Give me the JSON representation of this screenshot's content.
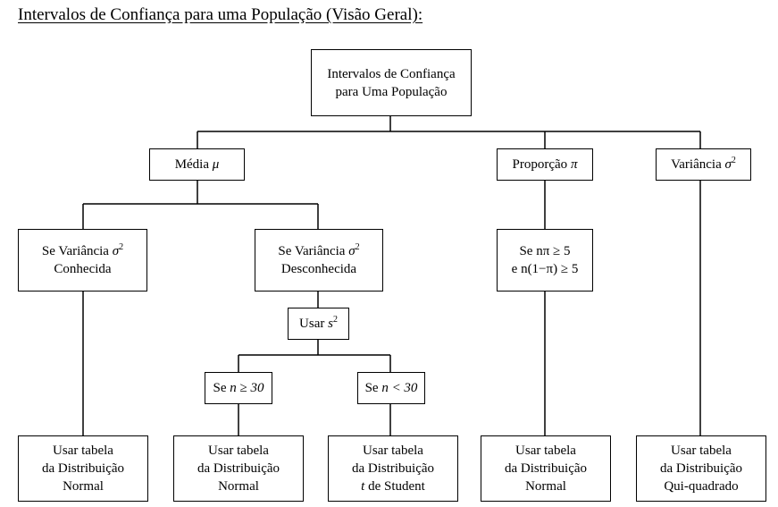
{
  "title": "Intervalos de Confiança para uma População (Visão Geral):",
  "root": {
    "line1": "Intervalos de Confiança",
    "line2": "para Uma População"
  },
  "branches": {
    "media": {
      "text": "Média ",
      "symbol": "μ"
    },
    "proporcao": {
      "text": "Proporção ",
      "symbol": "π"
    },
    "variancia": {
      "text": "Variância ",
      "symbol": "σ",
      "sup": "2"
    }
  },
  "cases": {
    "conhecida": {
      "line1": "Se Variância ",
      "symbol": "σ",
      "sup": "2",
      "line2": "Conhecida"
    },
    "desconhecida": {
      "line1": "Se Variância ",
      "symbol": "σ",
      "sup": "2",
      "line2": "Desconhecida"
    },
    "usar_s2": {
      "text": "Usar ",
      "symbol": "s",
      "sup": "2"
    },
    "n_ge_30": {
      "prefix": "Se ",
      "expr": "n ≥ 30"
    },
    "n_lt_30": {
      "prefix": "Se ",
      "expr": "n < 30"
    },
    "prop_cond": {
      "line1": "Se nπ ≥ 5",
      "line2": "e n(1−π) ≥ 5"
    }
  },
  "leaves": [
    {
      "line1": "Usar tabela",
      "line2": "da Distribuição",
      "line3": "Normal"
    },
    {
      "line1": "Usar tabela",
      "line2": "da Distribuição",
      "line3": "Normal"
    },
    {
      "line1": "Usar tabela",
      "line2": "da Distribuição",
      "line3_italic": "t",
      "line3": " de Student"
    },
    {
      "line1": "Usar tabela",
      "line2": "da Distribuição",
      "line3": "Normal"
    },
    {
      "line1": "Usar tabela",
      "line2": "da Distribuição",
      "line3": "Qui-quadrado"
    }
  ]
}
